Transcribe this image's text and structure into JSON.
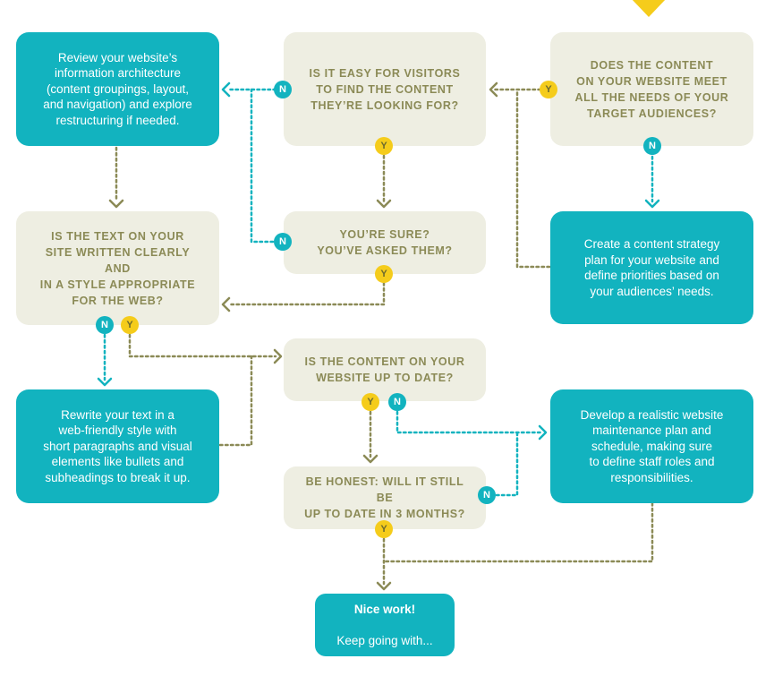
{
  "colors": {
    "question_bg": "#eeeee2",
    "question_text": "#8b8a56",
    "action_bg": "#12b3bf",
    "action_text": "#ffffff",
    "yes_badge": "#f5cc1b",
    "no_badge": "#12b3bf",
    "start_marker": "#f5cc1b",
    "olive_connector": "#8b8a56",
    "teal_connector": "#12b3bf"
  },
  "nodes": {
    "q_content_needs": "Does the content\non your website meet\nall the needs of your\ntarget audiences?",
    "q_easy_find": "Is it easy for visitors\nto find the content\nthey’re looking for?",
    "a_review_ia": "Review your website’s\ninformation architecture\n(content groupings, layout,\nand navigation) and explore\nrestructuring if needed.",
    "q_are_you_sure": "You’re sure?\nYou’ve asked them?",
    "a_strategy_plan": "Create a content strategy\nplan for your website and\ndefine priorities based on\nyour audiences’ needs.",
    "q_text_clear": "Is the text on your\nsite written clearly and\nin a style appropriate\nfor the web?",
    "q_up_to_date": "Is the content on your\nwebsite up to date?",
    "a_rewrite_text": "Rewrite your text in a\nweb-friendly style with\nshort paragraphs and visual\nelements like bullets and\nsubheadings to break it up.",
    "a_maintenance_plan": "Develop a realistic website\nmaintenance plan and\nschedule, making sure\nto define staff roles and\nresponsibilities.",
    "q_be_honest": "Be honest: will it still be\nup to date in 3 months?",
    "final": {
      "title": "Nice work!",
      "subtitle": "Keep going with..."
    }
  },
  "badges": {
    "yes": "Y",
    "no": "N"
  }
}
